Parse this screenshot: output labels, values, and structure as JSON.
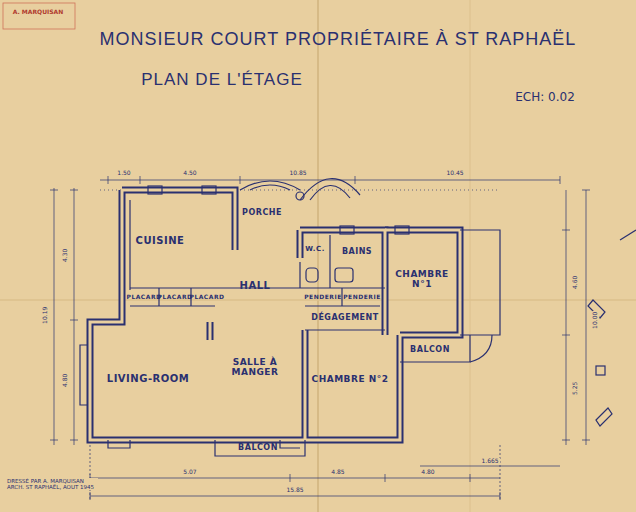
{
  "diagram": {
    "title": "MONSIEUR COURT PROPRIÉTAIRE À ST RAPHAËL",
    "nodes": [
      {
        "text": [
          "PORCHE"
        ]
      },
      {
        "text": [
          "CUISINE"
        ]
      },
      {
        "text": [
          "PLACARD"
        ]
      },
      {
        "text": [
          "PLACARD"
        ]
      },
      {
        "text": [
          "PLACARD"
        ]
      },
      {
        "text": [
          "HALL"
        ]
      },
      {
        "text": [
          "W.C."
        ]
      },
      {
        "text": [
          "BAINS"
        ]
      },
      {
        "text": [
          "CHAMBRE N°1"
        ]
      },
      {
        "text": [
          "PENDERIE"
        ]
      },
      {
        "text": [
          "PENDERIE"
        ]
      },
      {
        "text": [
          "DÉGAGEMENT"
        ]
      },
      {
        "text": [
          "LIVING-ROOM"
        ]
      },
      {
        "text": [
          "SALLE À MANGER"
        ]
      },
      {
        "text": [
          "CHAMBRE N°2"
        ]
      },
      {
        "text": [
          "BALCON"
        ]
      },
      {
        "text": [
          "BALCON"
        ]
      }
    ],
    "labels": [
      "A. MARQUISAN",
      "PLAN DE L'ÉTAGE",
      "ECH: 0.02",
      "1.50",
      "4.50",
      "10.85",
      "10.45",
      "4.30",
      "10.19",
      "4.80",
      "4.60",
      "10.00",
      "5.25",
      "5.07",
      "4.85",
      "4.80",
      "15.85",
      "1.665",
      "DRESSÉ PAR A. MARQUISAN ARCH. ST RAPHAËL, AOUT 1945"
    ]
  }
}
